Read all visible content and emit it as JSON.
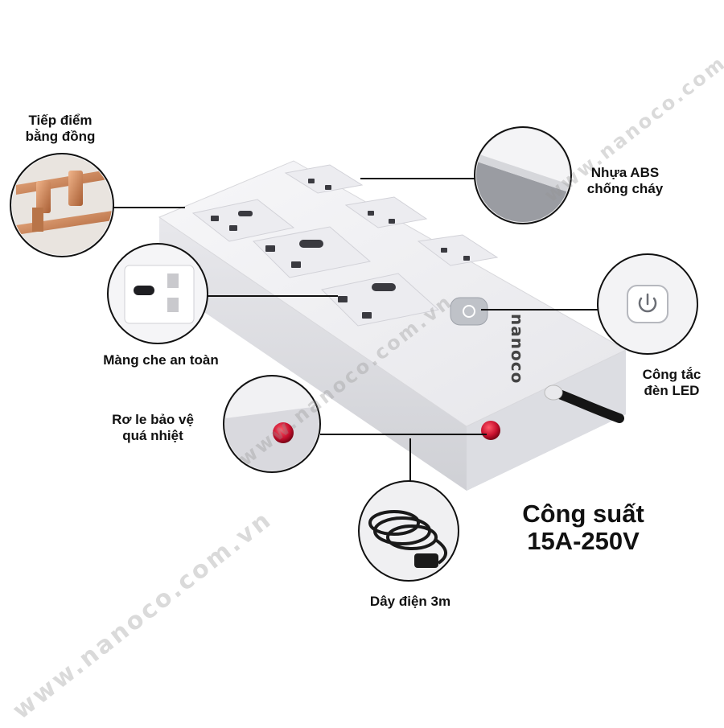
{
  "callouts": {
    "copper_contacts": "Tiếp điểm\nbằng đồng",
    "abs_plastic": "Nhựa ABS\nchống cháy",
    "safety_shutter": "Màng che an toàn",
    "led_switch": "Công tắc\nđèn LED",
    "thermal_relay": "Rơ le bảo vệ\nquá nhiệt",
    "power_cord": "Dây điện 3m"
  },
  "power_rating": {
    "line1": "Công suất",
    "line2": "15A-250V"
  },
  "brand_logo": "nanoco",
  "watermark": "www.nanoco.com.vn",
  "colors": {
    "body_white": "#f2f2f4",
    "relay_red": "#c8102e",
    "copper": "#c98a5a",
    "text": "#111111"
  }
}
